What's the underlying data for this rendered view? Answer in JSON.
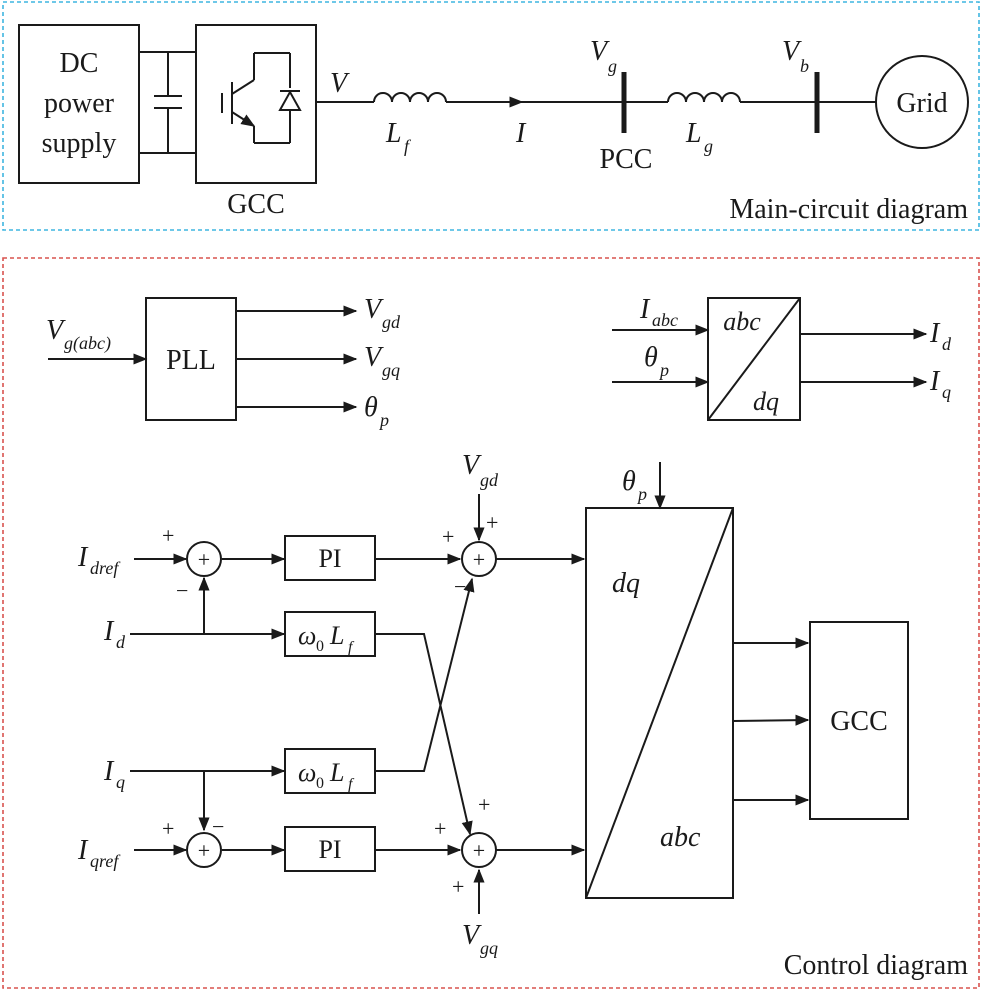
{
  "colors": {
    "main_border": "#3fb6e0",
    "control_border": "#d9534f",
    "ink": "#1a1a1a"
  },
  "main_circuit": {
    "section_label": "Main-circuit diagram",
    "dc_supply": [
      "DC",
      "power",
      "supply"
    ],
    "converter_label": "GCC",
    "voltage_v": "V",
    "filter_l": "L",
    "filter_l_sub": "f",
    "current_i": "I",
    "vg": "V",
    "vg_sub": "g",
    "pcc": "PCC",
    "grid_l": "L",
    "grid_l_sub": "g",
    "vb": "V",
    "vb_sub": "b",
    "grid": "Grid",
    "icons": [
      "capacitor-icon",
      "igbt-icon",
      "diode-icon",
      "inductor-icon",
      "bus-bar-icon"
    ]
  },
  "control": {
    "section_label": "Control diagram",
    "pll": {
      "label": "PLL",
      "input": "V",
      "input_sub": "g(abc)",
      "out1": "V",
      "out1_sub": "gd",
      "out2": "V",
      "out2_sub": "gq",
      "out3": "θ",
      "out3_sub": "p"
    },
    "park": {
      "top": "abc",
      "bottom": "dq",
      "in1": "I",
      "in1_sub": "abc",
      "in2": "θ",
      "in2_sub": "p",
      "out1": "I",
      "out1_sub": "d",
      "out2": "I",
      "out2_sub": "q"
    },
    "loop": {
      "idref": "I",
      "idref_sub": "dref",
      "id": "I",
      "id_sub": "d",
      "iq": "I",
      "iq_sub": "q",
      "iqref": "I",
      "iqref_sub": "qref",
      "pi": "PI",
      "decouple": "ω",
      "decouple_sub0": "0",
      "decouple_l": "L",
      "decouple_sub_f": "f",
      "vgd": "V",
      "vgd_sub": "gd",
      "vgq": "V",
      "vgq_sub": "gq",
      "theta": "θ",
      "theta_sub": "p",
      "inv_top": "dq",
      "inv_bottom": "abc",
      "gcc": "GCC",
      "plus": "+",
      "minus": "−",
      "sum_symbol": "+"
    }
  }
}
